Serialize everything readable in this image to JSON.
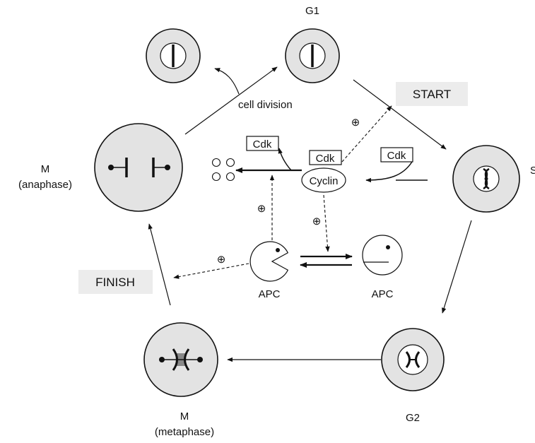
{
  "phases": {
    "g1": "G1",
    "s": "S",
    "g2": "G2",
    "m_anaphase_1": "M",
    "m_anaphase_2": "(anaphase)",
    "m_metaphase_1": "M",
    "m_metaphase_2": "(metaphase)"
  },
  "checkpoints": {
    "start": "START",
    "finish": "FINISH"
  },
  "labels": {
    "cell_division": "cell division",
    "cdk_top": "Cdk",
    "cdk_center": "Cdk",
    "cyclin": "Cyclin",
    "cdk_right": "Cdk",
    "apc_active": "APC",
    "apc_inactive": "APC",
    "plus_sign": "⊕"
  },
  "colors": {
    "cell_fill": "#e3e3e3",
    "checkpoint_fill": "#ececec",
    "stroke": "#111111"
  }
}
